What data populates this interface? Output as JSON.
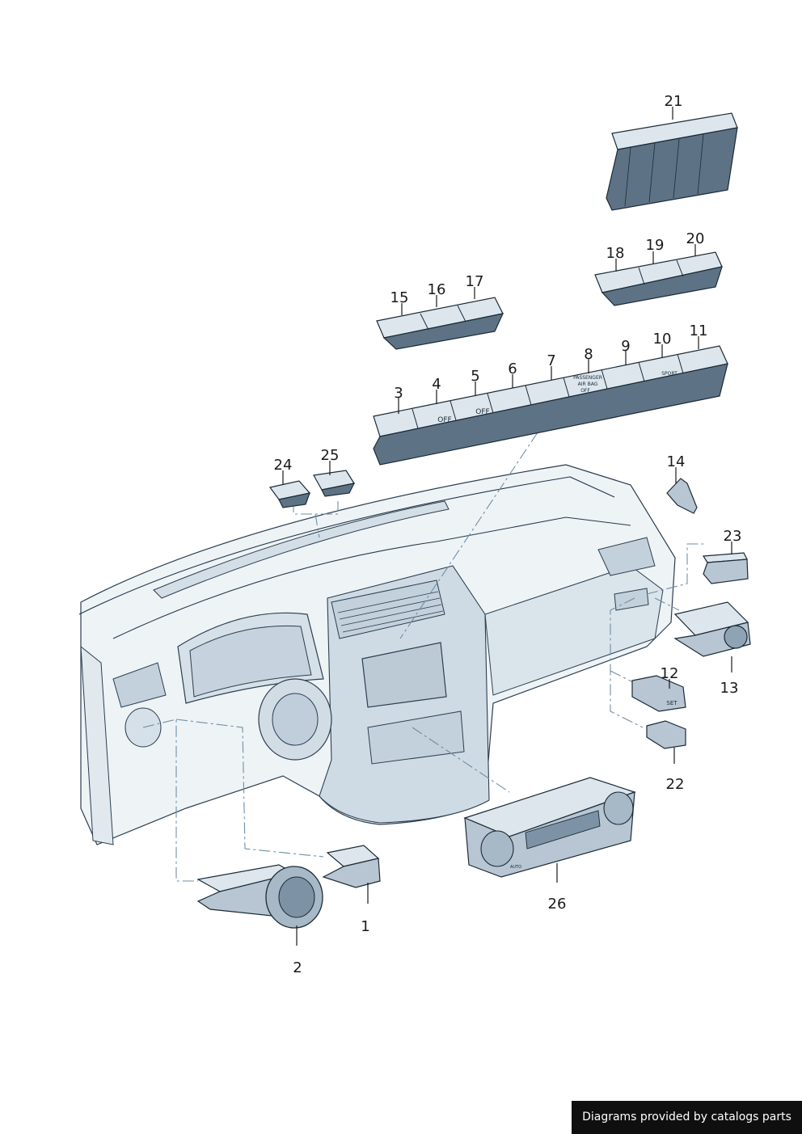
{
  "callouts": {
    "c1": "1",
    "c2": "2",
    "c3": "3",
    "c4": "4",
    "c5": "5",
    "c6": "6",
    "c7": "7",
    "c8": "8",
    "c9": "9",
    "c10": "10",
    "c11": "11",
    "c12": "12",
    "c13": "13",
    "c14": "14",
    "c15": "15",
    "c16": "16",
    "c17": "17",
    "c18": "18",
    "c19": "19",
    "c20": "20",
    "c21": "21",
    "c22": "22",
    "c23": "23",
    "c24": "24",
    "c25": "25",
    "c26": "26"
  },
  "switch_labels": {
    "off_4": "OFF",
    "off_5": "OFF",
    "airbag_l1": "PASSENGER",
    "airbag_l2": "AIR BAG",
    "airbag_l3": "OFF",
    "sport": "SPORT",
    "set": "SET",
    "auto": "AUTO"
  },
  "footer": {
    "credit": "Diagrams provided by catalogs parts"
  }
}
